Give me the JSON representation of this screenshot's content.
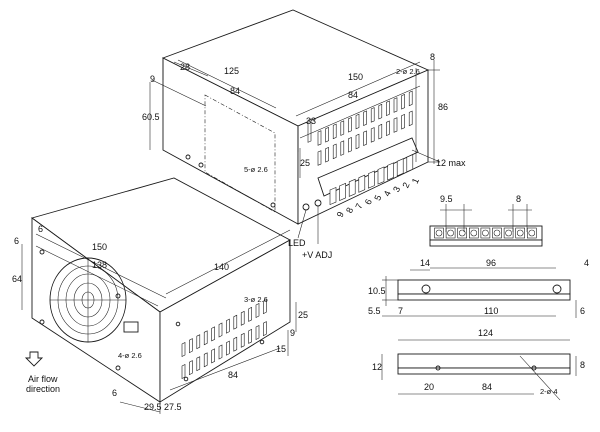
{
  "top_unit": {
    "dims": [
      "28",
      "125",
      "84",
      "150",
      "84",
      "8",
      "9",
      "60.5",
      "33",
      "86",
      "25"
    ],
    "hole_callout_left": "5-ø 2.6",
    "hole_callout_top": "2-ø 2.6",
    "max_label": "12 max",
    "terminal_numbers": [
      "9",
      "8",
      "7",
      "6",
      "5",
      "4",
      "3",
      "2",
      "1"
    ],
    "led_label": "LED",
    "vadj_label": "+V ADJ"
  },
  "bottom_unit": {
    "dims": [
      "6",
      "6",
      "150",
      "138",
      "64",
      "140",
      "25",
      "9",
      "15",
      "84",
      "6",
      "29.5",
      "27.5"
    ],
    "hole_callout_right": "3-ø 2.6",
    "hole_callout_left": "4-ø 2.6",
    "airflow_line1": "Air flow",
    "airflow_line2": "direction"
  },
  "terminal_block": {
    "dims": [
      "9.5",
      "8"
    ]
  },
  "bracket_a": {
    "dims": [
      "14",
      "96",
      "4",
      "10.5",
      "5.5",
      "7",
      "110",
      "6"
    ]
  },
  "bracket_b": {
    "dims": [
      "124",
      "12",
      "8",
      "20",
      "84",
      "2-ø 4"
    ]
  }
}
